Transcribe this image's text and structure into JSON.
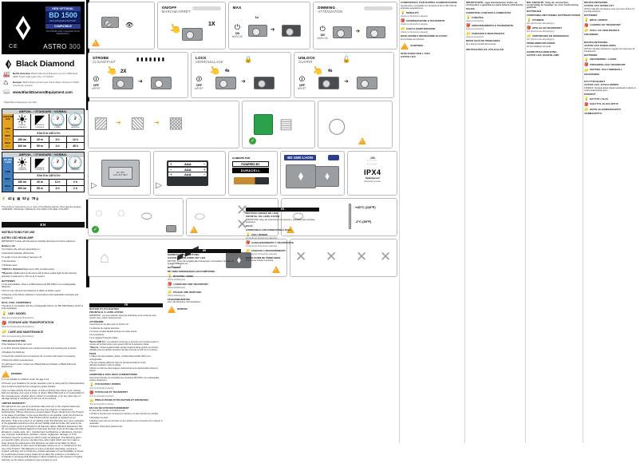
{
  "product": {
    "brand": "Black Diamond",
    "model": "ASTRO",
    "model_number": "300",
    "ce": "CE",
    "badge": {
      "top": "ILLUMINATION OPTIONS",
      "line1": "NEW OPTIONAL",
      "big": "BD 1500",
      "sub": "RECHARGEABLE BATTERY",
      "bottom": "COMPATIBLE",
      "note": "BATTERIES AND CHARGER SOLD SEPARATELY"
    }
  },
  "company": {
    "logo_text": "Black Diamond",
    "na_label": "North America:",
    "na_lines": "Black Diamond Equipment, Ltd.  2084 East 3900 South  Salt Lake City, UT 84124",
    "eu_label": "Europe:",
    "eu_lines": "Black Diamond Europe  Hans-Maier-Strasse 6  6020 Innsbruck, Austria",
    "web": "www.BlackDiamondEquipment.com",
    "copyright": "© Black Diamond Equipment, Ltd. 2021",
    "doc_code": "M10011_A"
  },
  "specs": {
    "column_header": "AMPOUL. / STANDARD / NORMAL",
    "icon_captions": [
      "LUMENS\nLUMIÈRES",
      "DISTANCE\nDISTANCE",
      "BURNTIME\nDURÉE",
      "RESERVE\nRÉSERVE"
    ],
    "tables": [
      {
        "battery_label": "ALKALINE\nAAA",
        "tag_color": "#e6a21c",
        "reserve_row": "6 lm  6 m  140 h  0 h",
        "rows": [
          {
            "label": "LOW",
            "sub": "Bas",
            "values": [
              "6 lm",
              "6 m",
              "140 h",
              "0 h"
            ]
          },
          {
            "label": "MED",
            "sub": "Moyen",
            "values": [
              "150 lm",
              "30 m",
              "8 h",
              "12 h"
            ]
          },
          {
            "label": "MAX",
            "sub": "Maxi",
            "values": [
              "300 lm",
              "55 m",
              "4 h",
              "45 h"
            ]
          }
        ]
      },
      {
        "battery_label": "BD 1500\nLI-ION",
        "tag_color": "#3d7fc1",
        "reserve_row": "6 lm  6 m  140 h  0 h",
        "rows": [
          {
            "label": "LOW",
            "sub": "Bas",
            "values": [
              "6 lm",
              "6 m",
              "140 h",
              "0 h"
            ]
          },
          {
            "label": "MED",
            "sub": "Moyen",
            "values": [
              "150 lm",
              "30 m",
              "12 h",
              "0 h"
            ]
          },
          {
            "label": "MAX",
            "sub": "Maxi",
            "values": [
              "300 lm",
              "55 m",
              "6 h",
              "2 h"
            ]
          }
        ]
      }
    ],
    "weights": {
      "alkaline": "42 g",
      "liion": "52 g",
      "headlamp": "78 g"
    }
  },
  "patent_note": "This product is protected by one or more of the following patents. Other patent(s) pending: US8919985, US8721092, US8641219, D712,066S, D715,466S, D716,987S",
  "pictos": {
    "p_eye": {
      "warn": "!"
    },
    "p_onoff": {
      "title": "ON/OFF",
      "sub": "MARCHE/ARRÊT",
      "press": "1X"
    },
    "p_max": {
      "title": "MAX",
      "sub": "",
      "press": "1x",
      "state": "ON",
      "state_sub": "MARCHE"
    },
    "p_dimming": {
      "title": "DIMMING",
      "sub": "ATTÉNUATION",
      "state": "ON",
      "state_sub": "MARCHE"
    },
    "p_strobe": {
      "title": "STROBE",
      "sub": "CLIGNOTANT",
      "press": "2X",
      "state": "OFF",
      "state_sub": "ARRÊT"
    },
    "p_lock": {
      "title": "LOCK",
      "sub": "VERROUILLAGE",
      "press": "4s",
      "state": "OFF",
      "state_sub": "ARRÊT"
    },
    "p_unlock": {
      "title": "UNLOCK",
      "sub": "OUVRIR",
      "press": "4s",
      "state": "OFF",
      "state_sub": "ARRÊT"
    },
    "battery_aaa": {
      "cells": [
        "AAA",
        "AAA",
        "AAA"
      ]
    },
    "powered_by": {
      "line1": "ALIMENTÉ PAR",
      "line2": "POWERED BY",
      "brand": "DURACELL"
    },
    "bd1500": {
      "title": "BD 1500 LI-ION"
    },
    "ipx": {
      "code": "IPX4",
      "line1": "Splashproof",
      "line2": "Résistant à l'eau"
    },
    "temperature": {
      "high": "+43°C (110°F)",
      "low": "-1°C (30°F)"
    }
  },
  "sections": {
    "en": {
      "header": "INSTRUCTIONS FOR USE",
      "header2": "ASTRO LED HEADLAMP",
      "important": "IMPORTANT: Follow all instructions carefully and keep for future reference.",
      "batt_life_h": "Battery Life:",
      "batt_life": "Your battery life will vary depending on:",
      "bullets1": [
        "1  Electrical hardware efficiencies",
        "2  Length of time the battery has been off",
        "3  Temperature",
        "4  Settings used"
      ],
      "ansi_h": "*ANSI FL1 Standard",
      "ansi": "Maximums 10% of initial output.",
      "reserve_h": "**Reserve:",
      "reserve": "Additional time the lamp will produce usable light at low intensity activities (measured to .25 Lux at 2 meters).",
      "batteries_h": "BATTERIES",
      "batteries": [
        "1  Use AAA alkaline, lithium or Black Diamond BD 1500 Li-Ion rechargeable batteries.",
        "2  Do not mix old and new batteries or different battery types.",
        "3  Dispose of the lithium batteries in accordance with applicable local laws and regulations."
      ],
      "dualfuel_h": "DUAL FUEL COMPATIBLE",
      "dualfuel": "This lamp is compatible with the rechargeable lithium ion BD 1500 Battery which is sold separately.",
      "use_h": "USE / MODES",
      "use_sub": "(See accompanying illustrations)",
      "storage_h": "STORAGE AND TRANSPORTATION",
      "storage_sub": "(See accompanying illustrations)",
      "care_h": "CARE AND MAINTENANCE",
      "care_sub": "(See accompanying illustrations)",
      "trouble_h": "TROUBLESHOOTING",
      "trouble": [
        "If the headlamp does not work:",
        "1  Confirm that the batteries are oriented correctly and touching the contacts.",
        "2  Replace the batteries.",
        "3  Check the contacts and connections for corrosion and clean if necessary.",
        "4  Work the switch several times."
      ],
      "contact": "If it still doesn't work, contact your Black Diamond Dealer or Black Diamond Equipment.",
      "warning_h": "WARNING",
      "warning": [
        "1  Is not suitable for children under the age of 12.",
        "2  Prevent your headlamp for proper operation prior to using and for critical activities; carry a back-up light and an emergency space blanket.",
        "3  Do not stare directly into the beam or shine it directly into others' eyes; intense light can damage your eyes or those of others. Black Diamond is not responsible for the consequences, whether direct, indirect or accidental, or for any other type of damage arising or resulting from the use of its products."
      ],
      "warranty_h": "LIMITED WARRANTY",
      "warranty": "We warrant for one year from purchase date and only to the original retail buyer (Buyer) that our products (Product) are free from defects in material and workmanship. If Buyer discovers a covered defect, Buyer should return the Product to the place of purchase. In the event that this is not possible, return the Product to us at the address provided. That Product will be repaired or replaced at our discretion. That is the extent of our liability under this Warranty and, upon expiration of the applicable warranty period, all such liability shall terminate. We reserve the right to require proof of purchase for all warranty claims. Warranty Exclusions: We do not warranty Products against normal wear and tear (such as ski edge cuts and abrasions, outsole wear, etc.), unauthorized modifications or alterations, improper use, improper maintenance, accident, misuse, negligence, damage, or if the Product is used for a purpose for which it was not designed. This Warranty gives you specific rights, and you may also have other rights which vary from state to state. Except for expressed in this Warranty, we shall not be liable for direct, indirect, incidental, or other types of damages arising out of, or resulting from the use of the Product. This Warranty is in lieu of all other warranties, express or implied, including, but not limited to, implied warranties of merchantability or fitness for a particular purpose (some states do not allow the exclusion or limitation of incidental or consequential damages or allow limitations on the duration of implied warranty, so the above exclusions may not apply to you)."
    },
    "fr": {
      "header": "NOTICE D'UTILISATION",
      "header2": "FRONTALE À LEDS ASTRO",
      "important": "IMPORTANT : Lire avec attention toutes les instructions et les conserver pour pouvoir vous y référer ultérieurement.",
      "autonomy_h": "AUTONOMIE",
      "autonomy": "L'autonomie de vos piles varie en fonction de :",
      "bullets1": [
        "1  L'efficacité du matériel électrique",
        "2  La durée pendant laquelle la lampe est restée éteinte",
        "3  La température",
        "4  Les réglages d'intensité utilisés"
      ],
      "ansi_h": "*Norme ANSI FL1 :",
      "ansi": "La puissance lumineuse et la portée sont mesurées après 2 minutes de fonctionnement et/ou jusqu'à 10% de la puissance initiale.",
      "reserve_h": "**Réserve :",
      "reserve": "Temps supplémentaire pendant lequel la lampe produit une lumière utilisable pour les activités de basse intensité (mesurée à 0,25 Lux à 2 mètres).",
      "piles_h": "PILES",
      "piles": [
        "1  Utilisez des piles alcalines, lithium, ou Black Diamond BD 1500 Li-Ion rechargeables.",
        "2  Ne pas mélanger différents types de piles/accumulateurs ni des piles/accumulateurs neufs et usagés.",
        "3  Mettre au rebut les piles usagées conformément à la réglementation locale en vigueur."
      ],
      "dual_h": "COMPATIBLE AVEC DEUX ALIMENTATIONS",
      "dual": "Cette lampe frontale est compatible avec la batterie BD 1500 Li-Ion rechargeable vendue séparément.",
      "use_h": "UTILISATION / MODES",
      "use_sub": "(Voir les illustrations jointes)",
      "storage_h": "STOCKAGE ET TRANSPORT",
      "storage_sub": "(Voir les illustrations jointes)",
      "care_h": "PRÉCAUTIONS D'UTILISATION ET ENTRETIEN",
      "care_sub": "(Voir les illustrations jointes)",
      "trouble_h": "EN CAS DE DYSFONCTIONNEMENT",
      "trouble": [
        "Si votre lampe frontale ne fonctionne pas :",
        "1  Vérifier si les piles sont correctement insérées et si elles touchent les contacts.",
        "2  Remplacer les piles.",
        "3  Repérer toute trace de corrosion sur les contacts et les connexions et la nettoyer si nécessaire.",
        "4  Actionner l'interrupteur plusieurs fois."
      ]
    },
    "de": {
      "header": "GEBRAUCHSANLEITUNG",
      "header2": "ASTRO STIRNLAMPE MIT LED",
      "important": "WICHTIG: Lesen Sie sorgfältig alle Anweisungen und bewahren Sie diese für späteren Gebrauch auf.",
      "batt_h": "BATTERIEN",
      "dual_h": "MIT ZWEI ENERGIEQUELLEN KOMPATIBEL",
      "use_h": "NUTZUNG / MODI",
      "use_sub": "(Siehe Abbildungen)",
      "storage_h": "LAGERUNG UND TRANSPORT",
      "storage_sub": "(Siehe Abbildungen)",
      "care_h": "PFLEGE UND WARTUNG",
      "care_sub": "(Siehe Abbildungen)",
      "trouble_h": "FEHLERBEHEBUNG",
      "trouble_sub": "Wenn die Stirnlampe nicht funktioniert:",
      "warn_h": "WARNUNG"
    },
    "es": {
      "header": "INSTRUCCIONES DE USO",
      "header2": "FRONTAL DE LEDS ASTRO",
      "important": "IMPORTANTE: Sigue las instrucciones con atención y guárdalas para consultas posteriores.",
      "batt_h": "PILAS",
      "dual_h": "COMPATIBLE CON COMBUSTIBLE DUAL",
      "use_h": "USO / MODOS",
      "use_sub": "(Consulta las ilustraciones adjuntas)",
      "storage_h": "ALMACENAMIENTO Y TRANSPORTE",
      "storage_sub": "(Consulta las ilustraciones adjuntas)",
      "care_h": "CUIDADO Y MANTENIMIENTO",
      "care_sub": "(Consulta las ilustraciones adjuntas)",
      "trouble_h": "RESOLUCIÓN DE PROBLEMAS",
      "trouble_sub": "Si la linterna frontal no funciona:"
    },
    "it": {
      "header": "ISTRUZIONI PER L'USO",
      "header2": "ASTRO LED",
      "dual_h": "COMPATIBILE CON DOPPIA ALIMENTAZIONE",
      "dual": "Questa torcia è compatibile con la batteria al litio ion BD 1500 da acquistare separatamente.",
      "use_h": "MODALITÀ",
      "use_sub": "(Vedere le illustrazioni allegate)",
      "storage_h": "CONSERVAZIONE E TRASPORTO",
      "storage_sub": "(Vedere le illustrazioni allegate)",
      "care_h": "CURA E MANUTENZIONE",
      "care_sub": "(Vedere le illustrazioni allegate)",
      "trouble_h": "RISOLUZIONE E RIPARAZIONE DI GUASTI",
      "trouble_sub": "Se la frontale non funziona:",
      "warn_h": "AVVERTENZE"
    },
    "pt": {
      "header": "INSTRUÇÕES DE UTILIZAÇÃO",
      "important": "IMPORTANTE: siga atentamente todas as instruções e guarde-as para futura referência.",
      "batt_h": "PILHAS",
      "dual_h": "COMPATÍVEL COM DUPLA COMBUSTÃO",
      "use_h": "FUNÇÕES",
      "use_sub": "(Veja as ilustrações)",
      "storage_h": "ARMAZENAMENTO E TRANSPORTE",
      "storage_sub": "(Veja as ilustrações)",
      "care_h": "CUIDADOS E MANUTENÇÃO",
      "care_sub": "(Veja as ilustrações)",
      "trouble_h": "RESOLUÇÃO DE PROBLEMAS",
      "trouble_sub": "Se a lanterna frontal não funcionar:"
    },
    "nl": {
      "header": "GEBRUIKSAANWIJZING",
      "header2": "ASTRO LED HOOFDLAMP",
      "important": "BELANGRIJK: Volg de instructies zorgvuldig en bewaar ze voor toekomstig gebruik.",
      "batt_h": "BATTERIJEN",
      "dual_h": "COMPATIBEL MET DUBBEL BATTERIJSYSTEEM",
      "use_h": "STANDEN",
      "use_sub": "(Zie bijbehorende afbeeldingen)",
      "storage_h": "OPSLAG EN TRANSPORT",
      "storage_sub": "(Zie bijbehorende afbeeldingen)",
      "care_h": "VERZORGING EN ONDERHOUD",
      "care_sub": "(Zie bijbehorende afbeeldingen)",
      "trouble_h": "PROBLEMEN OPLOSSEN",
      "trouble_sub": "Als de hoofdlamp niet werkt:"
    },
    "no": {
      "header": "BRUKSANVISNING",
      "header2": "ASTRO LED HODELYKT",
      "important": "VIKTIG: Følg alle instruksjoner nøye og ta vare på dem for fremtidig referanse.",
      "batt_h": "BATTERIER",
      "use_h": "BRUK / MODUS",
      "storage_h": "LAGRING OG TRANSPORT",
      "care_h": "STELL OG VEDLIKEHOLD",
      "trouble_h": "FEILSØKING"
    },
    "sv": {
      "header": "BRUKSANVISNING",
      "header2": "ASTRO LED PANNLAMPA",
      "important": "VIKTIGT: Följ alla instruktioner noggrant och spara dem för framtida bruk.",
      "batt_h": "BATTERIER",
      "use_h": "ANVÄNDNING / LÄGEN",
      "storage_h": "FÖRVARING OCH TRANSPORT",
      "care_h": "SKÖTSEL OCH UNDERHÅLL",
      "trouble_h": "FELSÖKNING"
    },
    "fi": {
      "header": "KÄYTTÖOHJEET",
      "header2": "ASTRO LED -OTSALAMPPU",
      "important": "TÄRKEÄÄ: Noudata kaikkia ohjeita huolellisesti ja säilytä ne myöhempää käyttöä varten.",
      "batt_h": "PARISTOT",
      "use_h": "KÄYTTÖ / TILAT",
      "storage_h": "SÄILYTYS JA KULJETUS",
      "care_h": "HOITO JA KUNNOSSAPITO",
      "trouble_h": "VIANMÄÄRITYS"
    }
  }
}
